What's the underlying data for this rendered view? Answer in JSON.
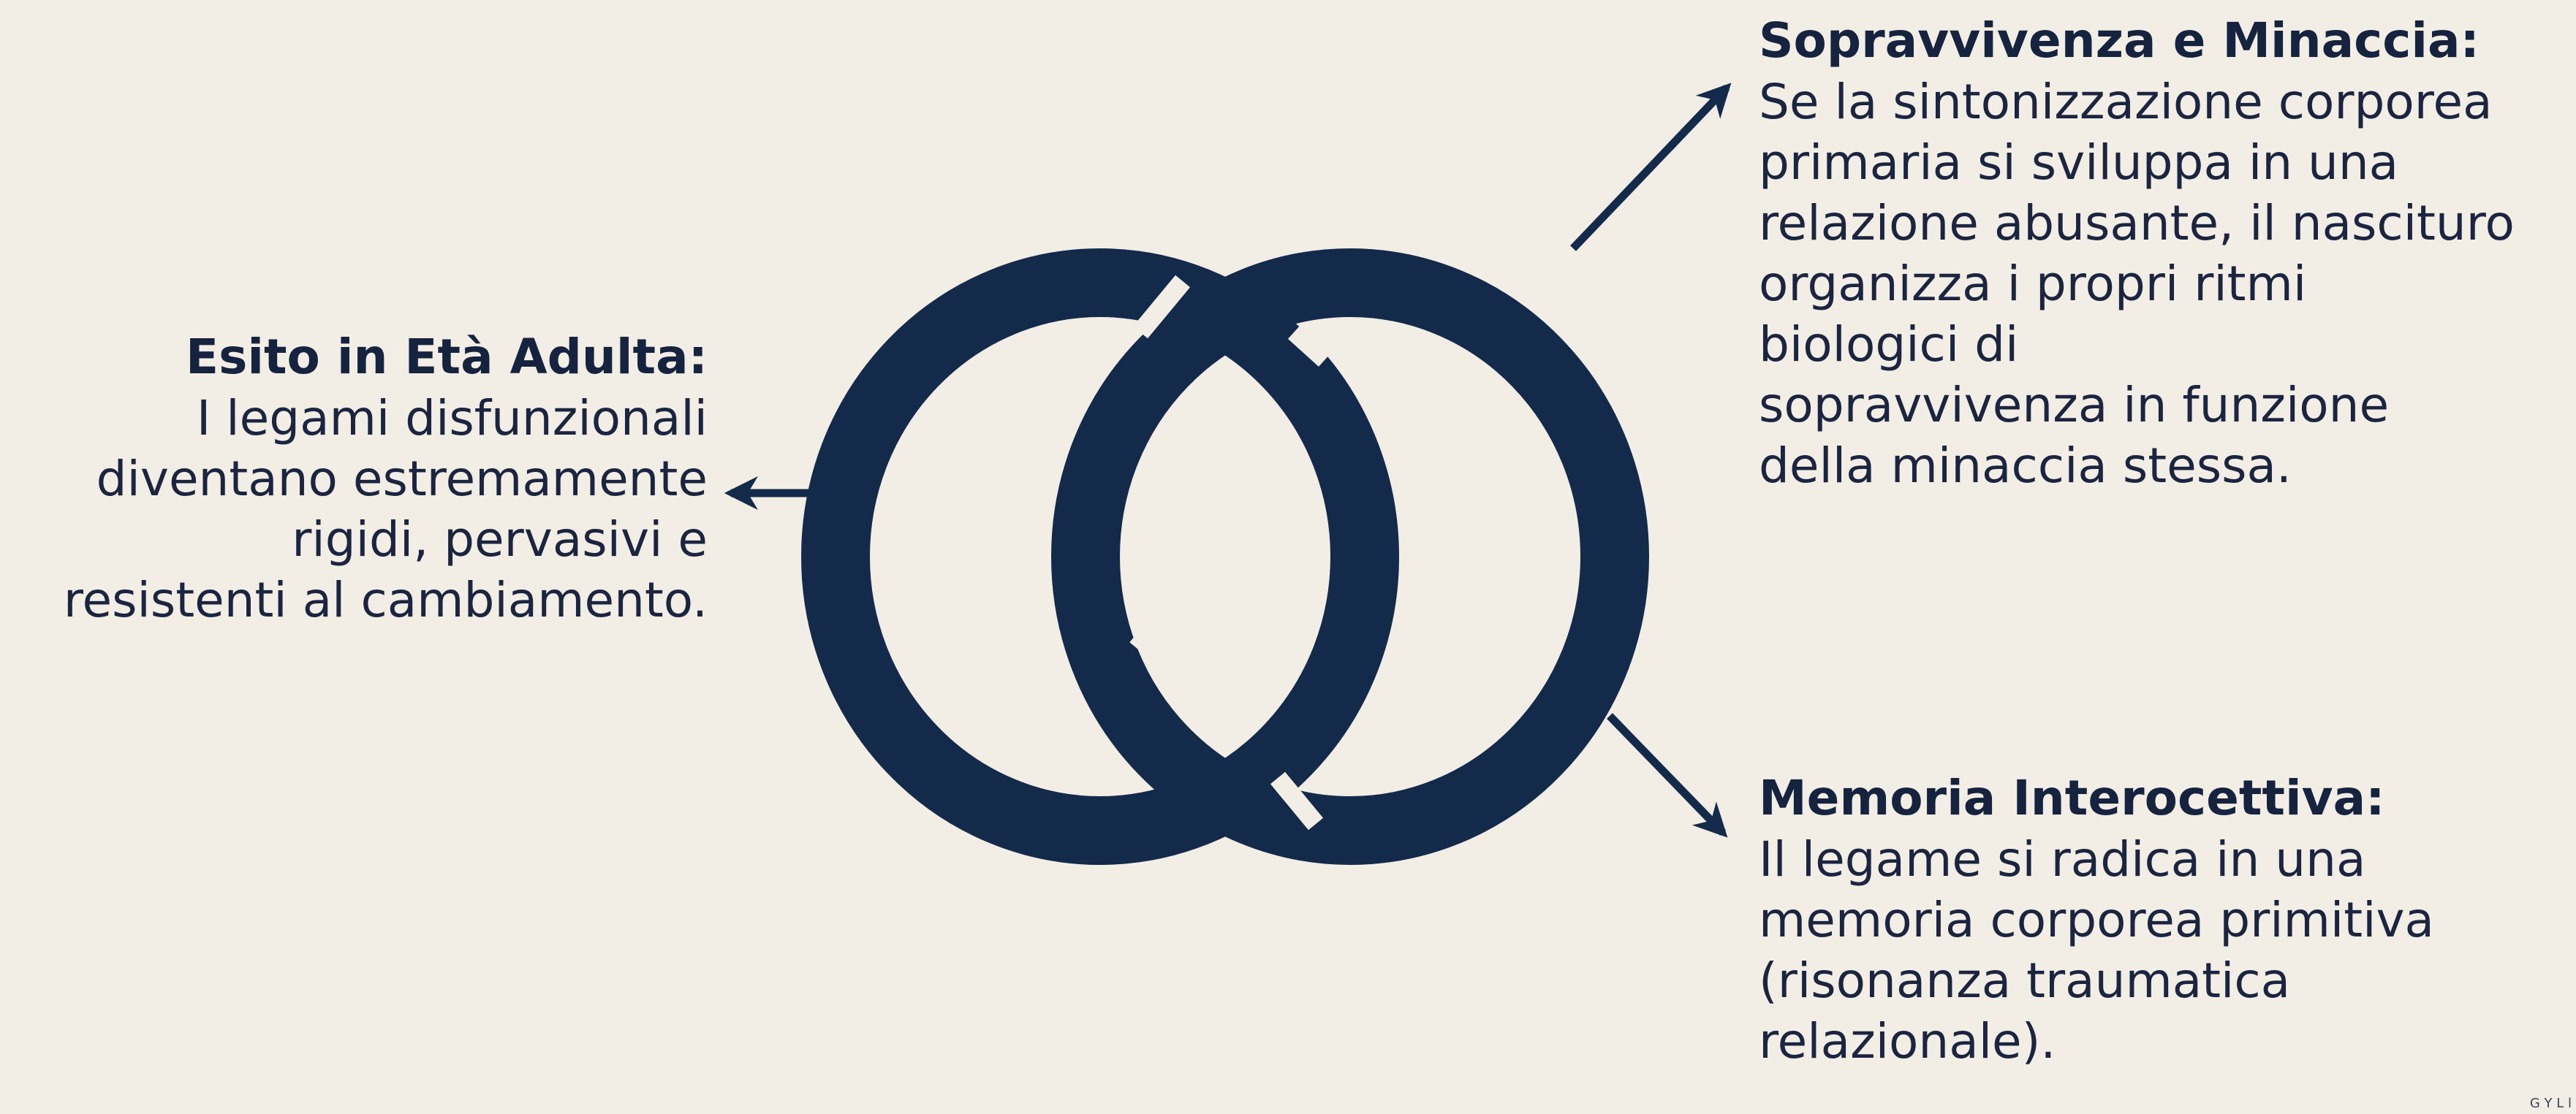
{
  "left": {
    "title": "Esito in Età Adulta:",
    "lines": [
      "I legami disfunzionali",
      "diventano estremamente",
      "rigidi, pervasivi e",
      "resistenti al cambiamento."
    ]
  },
  "top_right": {
    "title": "Sopravvivenza e Minaccia:",
    "lines": [
      "Se la sintonizzazione corporea",
      "primaria si sviluppa in una",
      "relazione abusante, il nascituro",
      "organizza i propri ritmi",
      "biologici di",
      "sopravvivenza in funzione",
      "della minaccia stessa."
    ]
  },
  "bottom_right": {
    "title": "Memoria Interocettiva:",
    "lines": [
      "Il legame si radica in una",
      "memoria corporea primitiva",
      "(risonanza traumatica",
      "relazionale)."
    ]
  },
  "corner_mark": "G Y L l",
  "colors": {
    "background": "#f2eee6",
    "ring": "#142a4b",
    "text": "#1a2540"
  },
  "icons": {
    "rings": "interlocking-rings-icon",
    "arrows": "arrow-icon"
  }
}
